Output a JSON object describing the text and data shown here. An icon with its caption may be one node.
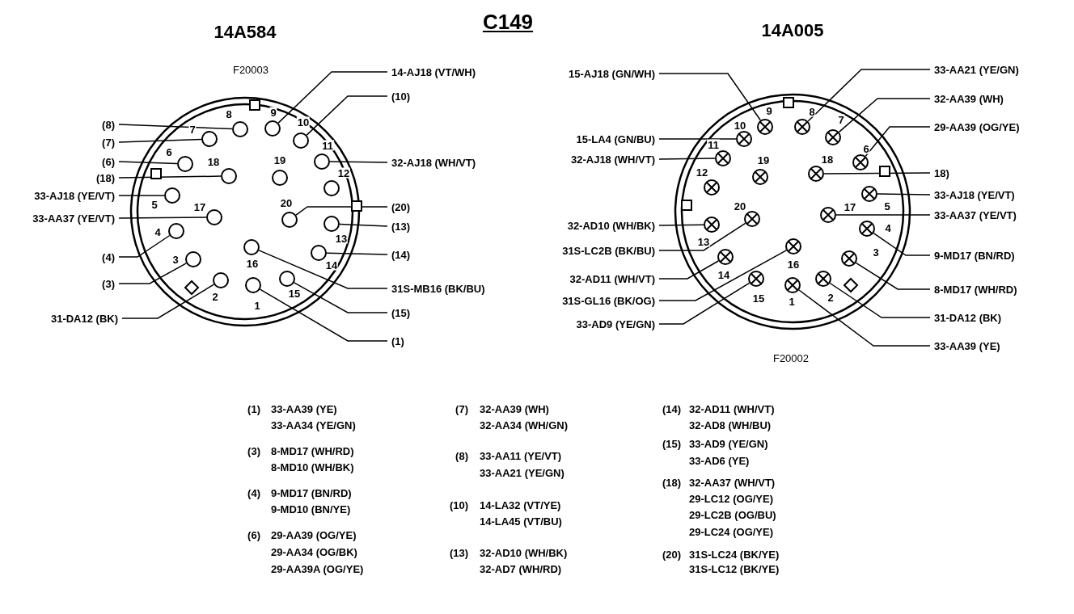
{
  "diagram": {
    "title": "C149",
    "nodes": [
      {
        "text": [
          "14A584"
        ],
        "beside": [
          "F20003"
        ]
      },
      {
        "text": [],
        "shape": "circle",
        "beside": [
          "9"
        ],
        "in": 0
      },
      {
        "text": [],
        "shape": "circle",
        "beside": [
          "8"
        ],
        "in": 0
      },
      {
        "text": [],
        "shape": "circle",
        "beside": [
          "7"
        ],
        "in": 0
      },
      {
        "text": [],
        "shape": "circle",
        "beside": [
          "10"
        ],
        "in": 0
      },
      {
        "text": [],
        "shape": "circle",
        "beside": [
          "11"
        ],
        "in": 0
      },
      {
        "text": [],
        "shape": "circle",
        "beside": [
          "6"
        ],
        "in": 0
      },
      {
        "text": [],
        "shape": "circle",
        "beside": [
          "18"
        ],
        "in": 0
      },
      {
        "text": [],
        "shape": "circle",
        "beside": [
          "19"
        ],
        "in": 0
      },
      {
        "text": [],
        "shape": "circle",
        "beside": [
          "12"
        ],
        "in": 0
      },
      {
        "text": [],
        "shape": "circle",
        "beside": [
          "5"
        ],
        "in": 0
      },
      {
        "text": [],
        "shape": "circle",
        "beside": [
          "17"
        ],
        "in": 0
      },
      {
        "text": [],
        "shape": "circle",
        "beside": [
          "20"
        ],
        "in": 0
      },
      {
        "text": [],
        "shape": "circle",
        "beside": [
          "13"
        ],
        "in": 0
      },
      {
        "text": [],
        "shape": "circle",
        "beside": [
          "4"
        ],
        "in": 0
      },
      {
        "text": [],
        "shape": "circle",
        "beside": [
          "16"
        ],
        "in": 0
      },
      {
        "text": [],
        "shape": "circle",
        "beside": [
          "14"
        ],
        "in": 0
      },
      {
        "text": [],
        "shape": "circle",
        "beside": [
          "3"
        ],
        "in": 0
      },
      {
        "text": [],
        "shape": "circle",
        "beside": [
          "15"
        ],
        "in": 0
      },
      {
        "text": [],
        "shape": "circle",
        "beside": [
          "2"
        ],
        "in": 0
      },
      {
        "text": [],
        "shape": "circle",
        "beside": [
          "1"
        ],
        "in": 0
      },
      {
        "text": [
          "14A005"
        ],
        "beside": [
          "F20002"
        ]
      },
      {
        "text": [],
        "shape": "circle",
        "beside": [
          "9"
        ],
        "in": 21
      },
      {
        "text": [],
        "shape": "circle",
        "beside": [
          "8"
        ],
        "in": 21
      },
      {
        "text": [],
        "shape": "circle",
        "beside": [
          "7"
        ],
        "in": 21
      },
      {
        "text": [],
        "shape": "circle",
        "beside": [
          "10"
        ],
        "in": 21
      },
      {
        "text": [],
        "shape": "circle",
        "beside": [
          "11"
        ],
        "in": 21
      },
      {
        "text": [],
        "shape": "circle",
        "beside": [
          "6"
        ],
        "in": 21
      },
      {
        "text": [],
        "shape": "circle",
        "beside": [
          "18"
        ],
        "in": 21
      },
      {
        "text": [],
        "shape": "circle",
        "beside": [
          "19"
        ],
        "in": 21
      },
      {
        "text": [],
        "shape": "circle",
        "beside": [
          "12"
        ],
        "in": 21
      },
      {
        "text": [],
        "shape": "circle",
        "beside": [
          "5"
        ],
        "in": 21
      },
      {
        "text": [],
        "shape": "circle",
        "beside": [
          "17"
        ],
        "in": 21
      },
      {
        "text": [],
        "shape": "circle",
        "beside": [
          "20"
        ],
        "in": 21
      },
      {
        "text": [],
        "shape": "circle",
        "beside": [
          "13"
        ],
        "in": 21
      },
      {
        "text": [],
        "shape": "circle",
        "beside": [
          "4"
        ],
        "in": 21
      },
      {
        "text": [],
        "shape": "circle",
        "beside": [
          "16"
        ],
        "in": 21
      },
      {
        "text": [],
        "shape": "circle",
        "beside": [
          "14"
        ],
        "in": 21
      },
      {
        "text": [],
        "shape": "circle",
        "beside": [
          "3"
        ],
        "in": 21
      },
      {
        "text": [],
        "shape": "circle",
        "beside": [
          "15"
        ],
        "in": 21
      },
      {
        "text": [],
        "shape": "circle",
        "beside": [
          "2"
        ],
        "in": 21
      },
      {
        "text": [],
        "shape": "circle",
        "beside": [
          "1"
        ],
        "in": 21
      },
      {
        "text": [
          "(8)"
        ]
      },
      {
        "text": [
          "(7)"
        ]
      },
      {
        "text": [
          "(6)"
        ]
      },
      {
        "text": [
          "(18)"
        ]
      },
      {
        "text": [
          "33-AJ18 (YE/VT)"
        ]
      },
      {
        "text": [
          "33-AA37 (YE/VT)"
        ]
      },
      {
        "text": [
          "(4)"
        ]
      },
      {
        "text": [
          "(3)"
        ]
      },
      {
        "text": [
          "31-DA12 (BK)"
        ]
      },
      {
        "text": [
          "14-AJ18 (VT/WH)"
        ]
      },
      {
        "text": [
          "(10)"
        ]
      },
      {
        "text": [
          "32-AJ18 (WH/VT)"
        ]
      },
      {
        "text": [
          "(20)"
        ]
      },
      {
        "text": [
          "(13)"
        ]
      },
      {
        "text": [
          "(14)"
        ]
      },
      {
        "text": [
          "31S-MB16 (BK/BU)"
        ]
      },
      {
        "text": [
          "(15)"
        ]
      },
      {
        "text": [
          "(1)"
        ]
      },
      {
        "text": [
          "15-AJ18 (GN/WH)"
        ]
      },
      {
        "text": [
          "15-LA4 (GN/BU)"
        ]
      },
      {
        "text": [
          "32-AJ18 (WH/VT)"
        ]
      },
      {
        "text": [
          "32-AD10 (WH/BK)"
        ]
      },
      {
        "text": [
          "31S-LC2B (BK/BU)"
        ]
      },
      {
        "text": [
          "32-AD11 (WH/VT)"
        ]
      },
      {
        "text": [
          "31S-GL16 (BK/OG)"
        ]
      },
      {
        "text": [
          "33-AD9 (YE/GN)"
        ]
      },
      {
        "text": [
          "33-AA21 (YE/GN)"
        ]
      },
      {
        "text": [
          "32-AA39 (WH)"
        ]
      },
      {
        "text": [
          "29-AA39 (OG/YE)"
        ]
      },
      {
        "text": [
          "18)"
        ]
      },
      {
        "text": [
          "33-AJ18 (YE/VT)"
        ]
      },
      {
        "text": [
          "33-AA37 (YE/VT)"
        ]
      },
      {
        "text": [
          "9-MD17 (BN/RD)"
        ]
      },
      {
        "text": [
          "8-MD17 (WH/RD)"
        ]
      },
      {
        "text": [
          "31-DA12 (BK)"
        ]
      },
      {
        "text": [
          "33-AA39 (YE)"
        ]
      }
    ],
    "edges": [
      {
        "from": 42,
        "to": 2,
        "arrow": "none"
      },
      {
        "from": 43,
        "to": 3,
        "arrow": "none"
      },
      {
        "from": 44,
        "to": 6,
        "arrow": "none"
      },
      {
        "from": 45,
        "to": 7,
        "arrow": "none"
      },
      {
        "from": 46,
        "to": 10,
        "arrow": "none"
      },
      {
        "from": 47,
        "to": 11,
        "arrow": "none"
      },
      {
        "from": 48,
        "to": 14,
        "arrow": "none"
      },
      {
        "from": 49,
        "to": 17,
        "arrow": "none"
      },
      {
        "from": 50,
        "to": 19,
        "arrow": "none"
      },
      {
        "from": 51,
        "to": 1,
        "arrow": "none"
      },
      {
        "from": 52,
        "to": 4,
        "arrow": "none"
      },
      {
        "from": 53,
        "to": 5,
        "arrow": "none"
      },
      {
        "from": 54,
        "to": 12,
        "arrow": "none"
      },
      {
        "from": 55,
        "to": 13,
        "arrow": "none"
      },
      {
        "from": 56,
        "to": 16,
        "arrow": "none"
      },
      {
        "from": 57,
        "to": 15,
        "arrow": "none"
      },
      {
        "from": 58,
        "to": 18,
        "arrow": "none"
      },
      {
        "from": 59,
        "to": 20,
        "arrow": "none"
      },
      {
        "from": 60,
        "to": 22,
        "arrow": "none"
      },
      {
        "from": 61,
        "to": 25,
        "arrow": "none"
      },
      {
        "from": 62,
        "to": 26,
        "arrow": "none"
      },
      {
        "from": 63,
        "to": 34,
        "arrow": "none"
      },
      {
        "from": 64,
        "to": 33,
        "arrow": "none"
      },
      {
        "from": 65,
        "to": 37,
        "arrow": "none"
      },
      {
        "from": 66,
        "to": 36,
        "arrow": "none"
      },
      {
        "from": 67,
        "to": 39,
        "arrow": "none"
      },
      {
        "from": 68,
        "to": 23,
        "arrow": "none"
      },
      {
        "from": 69,
        "to": 24,
        "arrow": "none"
      },
      {
        "from": 70,
        "to": 27,
        "arrow": "none"
      },
      {
        "from": 71,
        "to": 28,
        "arrow": "none"
      },
      {
        "from": 72,
        "to": 31,
        "arrow": "none"
      },
      {
        "from": 73,
        "to": 32,
        "arrow": "none"
      },
      {
        "from": 74,
        "to": 35,
        "arrow": "none"
      },
      {
        "from": 75,
        "to": 38,
        "arrow": "none"
      },
      {
        "from": 76,
        "to": 40,
        "arrow": "none"
      },
      {
        "from": 77,
        "to": 41,
        "arrow": "none"
      }
    ],
    "labels": [
      "(1)",
      "33-AA39 (YE)",
      "33-AA34 (YE/GN)",
      "(3)",
      "8-MD17 (WH/RD)",
      "8-MD10 (WH/BK)",
      "(4)",
      "9-MD17 (BN/RD)",
      "9-MD10 (BN/YE)",
      "(6)",
      "29-AA39 (OG/YE)",
      "29-AA34 (OG/BK)",
      "29-AA39A (OG/YE)",
      "(7)",
      "32-AA39 (WH)",
      "32-AA34 (WH/GN)",
      "(8)",
      "33-AA11 (YE/VT)",
      "33-AA21 (YE/GN)",
      "(10)",
      "14-LA32 (VT/YE)",
      "14-LA45 (VT/BU)",
      "(13)",
      "32-AD10 (WH/BK)",
      "32-AD7 (WH/RD)",
      "(14)",
      "32-AD11 (WH/VT)",
      "32-AD8 (WH/BU)",
      "(15)",
      "33-AD9 (YE/GN)",
      "33-AD6 (YE)",
      "(18)",
      "32-AA37 (WH/VT)",
      "29-LC12 (OG/YE)",
      "29-LC2B (OG/BU)",
      "29-LC24 (OG/YE)",
      "(20)",
      "31S-LC24 (BK/YE)",
      "31S-LC12 (BK/YE)"
    ]
  }
}
